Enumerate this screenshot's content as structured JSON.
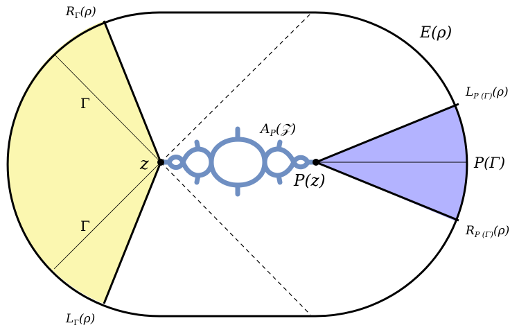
{
  "labels": {
    "r_gamma": {
      "main": "R",
      "sub": "Γ",
      "arg": "(ρ)"
    },
    "l_gamma": {
      "main": "L",
      "sub": "Γ",
      "arg": "(ρ)"
    },
    "e_rho": {
      "main": "E",
      "arg": "(ρ)"
    },
    "l_p_gamma": {
      "main": "L",
      "sub": "P (Γ)",
      "arg": "(ρ)"
    },
    "r_p_gamma": {
      "main": "R",
      "sub": "P (Γ)",
      "arg": "(ρ)"
    },
    "p_gamma": {
      "main": "P",
      "arg": "(Γ)"
    },
    "gamma_top": "Γ",
    "gamma_bottom": "Γ",
    "z": "z",
    "p_z": {
      "main": "P",
      "arg": "(z)"
    },
    "a_p": {
      "main": "A",
      "sub": "P",
      "arg": "(𝒵)"
    }
  },
  "colors": {
    "outline": "#000000",
    "left_sector_fill": "#fbf7b0",
    "right_sector_fill": "#b3b3ff",
    "fractal": "#6f8fc2"
  }
}
